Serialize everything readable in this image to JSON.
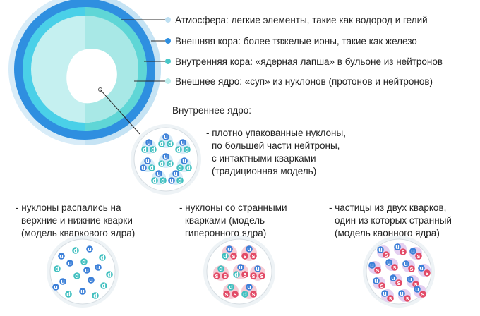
{
  "layers": [
    {
      "label": "Атмосфера: легкие элементы, такие как водород и гелий",
      "color": "#bfe0f2"
    },
    {
      "label": "Внешняя кора: более тяжелые ионы, такие как железо",
      "color": "#2f8fe0"
    },
    {
      "label": "Внутренняя кора: «ядерная лапша» в бульоне из нейтронов",
      "color": "#47c7c8"
    },
    {
      "label": "Внешнее ядро: «суп» из нуклонов (протонов и нейтронов)",
      "color": "#bdeeee"
    }
  ],
  "inner_core": {
    "title": "Внутреннее ядро:",
    "description": [
      "- плотно упакованные нуклоны,",
      "по большей части нейтроны,",
      "с интактными кварками",
      "(традиционная модель)"
    ]
  },
  "models": [
    {
      "lines": [
        "- нуклоны распались на",
        "верхние и нижние кварки",
        "(модель кваркового ядра)"
      ]
    },
    {
      "lines": [
        "- нуклоны со странными",
        "кварками (модель",
        "гиперонного ядра)"
      ]
    },
    {
      "lines": [
        "- частицы из двух кварков,",
        "один из которых странный",
        "(модель каонного ядра)"
      ]
    }
  ],
  "quark_labels": {
    "up": "u",
    "down": "d",
    "strange": "s"
  },
  "colors": {
    "up": "#3b7fd8",
    "down": "#3fbfbf",
    "strange": "#e24a66",
    "cluster_blue": "#d8ecf8",
    "cluster_pink": "#f6ccd6",
    "cluster_purple": "#e4cff0"
  }
}
